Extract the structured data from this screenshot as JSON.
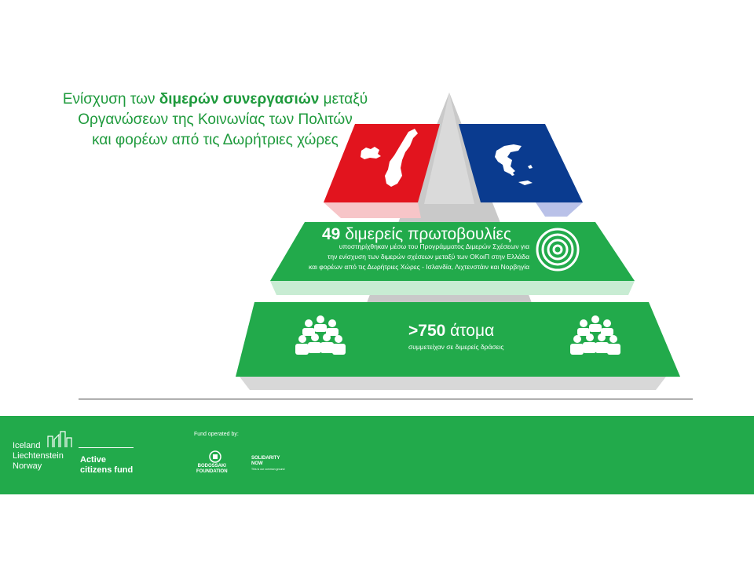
{
  "title": {
    "line1_a": "Ενίσχυση των ",
    "line1_b": "διμερών συνεργασιών",
    "line1_c": " μεταξύ",
    "line2": "Οργανώσεων της Κοινωνίας των Πολιτών",
    "line3": "και φορέων από τις Δωρήτριες χώρες"
  },
  "band1": {
    "number": "49",
    "headline": " διμερείς πρωτοβουλίες",
    "line1": "υποστηρίχθηκαν μέσω του Προγράμματος Διμερών Σχέσεων για",
    "line2": "την ενίσχυση των διμερών σχέσεων μεταξύ των ΟΚοιΠ στην Ελλάδα",
    "line3": "και φορέων από τις Δωρήτριες Χώρες - Ισλανδία, Λιχτενστάιν και Νορβηγία"
  },
  "band2": {
    "number": ">750",
    "headline": " άτομα",
    "sub": "συμμετείχαν σε διμερείς δράσεις"
  },
  "footer": {
    "donors": [
      "Iceland",
      "Liechtenstein",
      "Norway"
    ],
    "fund": [
      "Active",
      "citizens fund"
    ],
    "operated_by": "Fund operated by:",
    "bodossaki": [
      "BODOSSAKI",
      "FOUNDATION"
    ],
    "solidarity": [
      "SOLIDARITY",
      "NOW"
    ],
    "solidarity_tagline": "This is our common ground"
  },
  "colors": {
    "green": "#22aa4b",
    "title_green": "#1e9a3c",
    "red": "#e2141e",
    "blue": "#0a3b8f",
    "grey": "#c9c9c9"
  }
}
